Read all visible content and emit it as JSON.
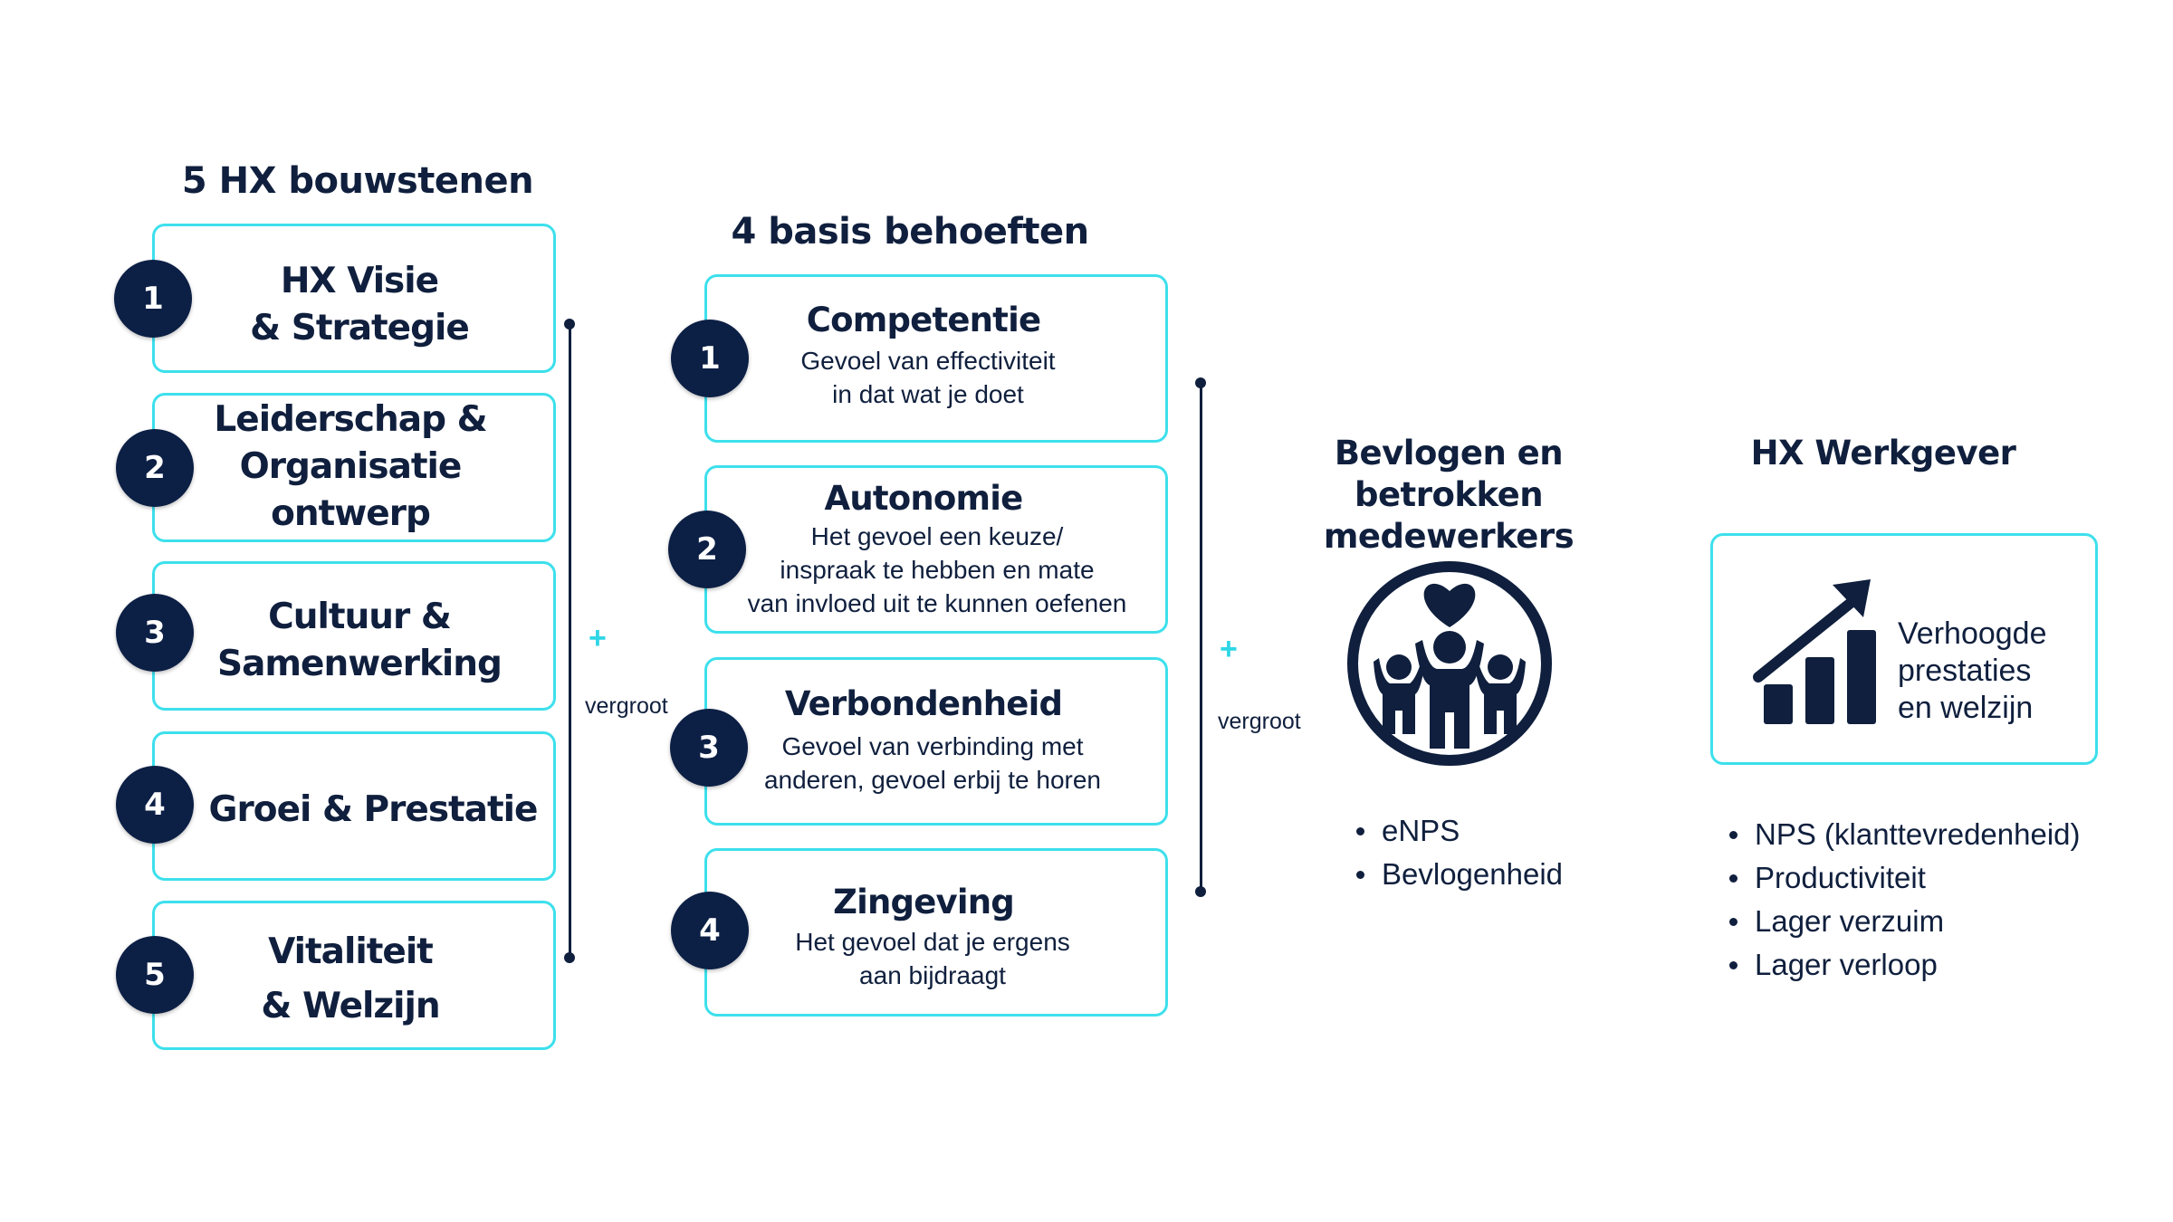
{
  "column1": {
    "heading": "5 HX bouwstenen",
    "items": [
      {
        "number": "1",
        "line1": "HX Visie",
        "line2": "& Strategie",
        "line3": ""
      },
      {
        "number": "2",
        "line1": "Leiderschap &",
        "line2": "Organisatie",
        "line3": "ontwerp"
      },
      {
        "number": "3",
        "line1": "Cultuur &",
        "line2": "Samenwerking",
        "line3": ""
      },
      {
        "number": "4",
        "line1": "Groei & Prestatie",
        "line2": "",
        "line3": ""
      },
      {
        "number": "5",
        "line1": "Vitaliteit",
        "line2": "& Welzijn",
        "line3": ""
      }
    ]
  },
  "connector1": {
    "plus": "+",
    "label": "vergroot"
  },
  "column2": {
    "heading": "4 basis behoeften",
    "items": [
      {
        "number": "1",
        "title": "Competentie",
        "desc1": "Gevoel van effectiviteit",
        "desc2": "in dat wat je doet",
        "desc3": ""
      },
      {
        "number": "2",
        "title": "Autonomie",
        "desc1": "Het gevoel een keuze/",
        "desc2": "inspraak te hebben en mate",
        "desc3": "van invloed uit te kunnen oefenen"
      },
      {
        "number": "3",
        "title": "Verbondenheid",
        "desc1": "Gevoel van verbinding met",
        "desc2": "anderen, gevoel erbij te horen",
        "desc3": ""
      },
      {
        "number": "4",
        "title": "Zingeving",
        "desc1": "Het gevoel dat je ergens",
        "desc2": "aan bijdraagt",
        "desc3": ""
      }
    ]
  },
  "connector2": {
    "plus": "+",
    "label": "vergroot"
  },
  "column3": {
    "heading_line1": "Bevlogen en betrokken",
    "heading_line2": "medewerkers",
    "icon": "people-heart-icon",
    "bullets": [
      "eNPS",
      "Bevlogenheid"
    ]
  },
  "column4": {
    "heading": "HX Werkgever",
    "icon": "growth-chart-icon",
    "box_line1": "Verhoogde",
    "box_line2": "prestaties",
    "box_line3": "en welzijn",
    "bullets": [
      "NPS (klanttevredenheid)",
      "Productiviteit",
      "Lager verzuim",
      "Lager verloop"
    ]
  },
  "colors": {
    "navy": "#0c1f45",
    "cyan": "#3de0ec",
    "text": "#0f1f3d"
  }
}
